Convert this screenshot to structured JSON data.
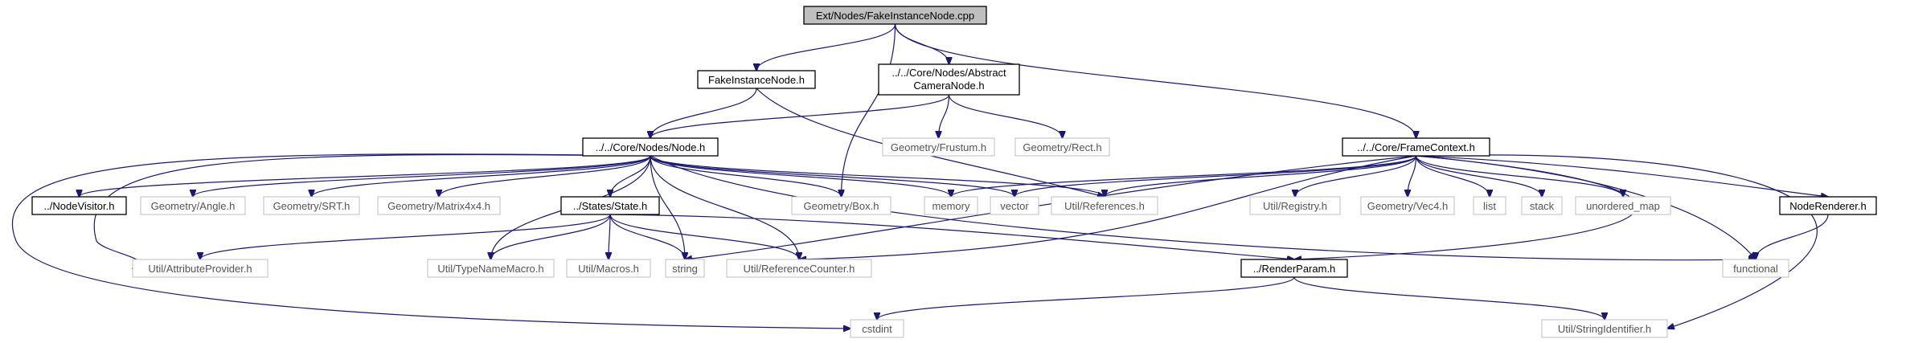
{
  "colors": {
    "edge": "#191970",
    "documented_border": "#000000",
    "external_border": "#bfbfbf",
    "root_fill": "#bfbfbf"
  },
  "nodes": [
    {
      "id": "root",
      "label": "Ext/Nodes/FakeInstanceNode.cpp",
      "kind": "root"
    },
    {
      "id": "fake_h",
      "label": "FakeInstanceNode.h",
      "kind": "documented"
    },
    {
      "id": "abstract_cam",
      "lines": [
        "../../Core/Nodes/Abstract",
        "CameraNode.h"
      ],
      "kind": "documented"
    },
    {
      "id": "node_h",
      "label": "../../Core/Nodes/Node.h",
      "kind": "documented"
    },
    {
      "id": "frustum",
      "label": "Geometry/Frustum.h",
      "kind": "external"
    },
    {
      "id": "rect",
      "label": "Geometry/Rect.h",
      "kind": "external"
    },
    {
      "id": "framectx",
      "label": "../../Core/FrameContext.h",
      "kind": "documented"
    },
    {
      "id": "nodevisitor",
      "label": "../NodeVisitor.h",
      "kind": "documented"
    },
    {
      "id": "angle",
      "label": "Geometry/Angle.h",
      "kind": "external"
    },
    {
      "id": "srt",
      "label": "Geometry/SRT.h",
      "kind": "external"
    },
    {
      "id": "matrix",
      "label": "Geometry/Matrix4x4.h",
      "kind": "external"
    },
    {
      "id": "states",
      "label": "../States/State.h",
      "kind": "documented"
    },
    {
      "id": "box",
      "label": "Geometry/Box.h",
      "kind": "external"
    },
    {
      "id": "memory",
      "label": "memory",
      "kind": "external"
    },
    {
      "id": "vector",
      "label": "vector",
      "kind": "external"
    },
    {
      "id": "references",
      "label": "Util/References.h",
      "kind": "external"
    },
    {
      "id": "registry",
      "label": "Util/Registry.h",
      "kind": "external"
    },
    {
      "id": "vec4",
      "label": "Geometry/Vec4.h",
      "kind": "external"
    },
    {
      "id": "list",
      "label": "list",
      "kind": "external"
    },
    {
      "id": "stack",
      "label": "stack",
      "kind": "external"
    },
    {
      "id": "umap",
      "label": "unordered_map",
      "kind": "external"
    },
    {
      "id": "noderenderer",
      "label": "NodeRenderer.h",
      "kind": "documented"
    },
    {
      "id": "attrprov",
      "label": "Util/AttributeProvider.h",
      "kind": "external"
    },
    {
      "id": "typename",
      "label": "Util/TypeNameMacro.h",
      "kind": "external"
    },
    {
      "id": "macros",
      "label": "Util/Macros.h",
      "kind": "external"
    },
    {
      "id": "string",
      "label": "string",
      "kind": "external"
    },
    {
      "id": "refcounter",
      "label": "Util/ReferenceCounter.h",
      "kind": "external"
    },
    {
      "id": "renderparam",
      "label": "../RenderParam.h",
      "kind": "documented"
    },
    {
      "id": "functional",
      "label": "functional",
      "kind": "external"
    },
    {
      "id": "cstdint",
      "label": "cstdint",
      "kind": "external"
    },
    {
      "id": "stringid",
      "label": "Util/StringIdentifier.h",
      "kind": "external"
    }
  ],
  "edges": [
    [
      "root",
      "fake_h"
    ],
    [
      "root",
      "box"
    ],
    [
      "root",
      "abstract_cam"
    ],
    [
      "root",
      "framectx"
    ],
    [
      "fake_h",
      "node_h"
    ],
    [
      "fake_h",
      "references"
    ],
    [
      "abstract_cam",
      "node_h"
    ],
    [
      "abstract_cam",
      "frustum"
    ],
    [
      "abstract_cam",
      "rect"
    ],
    [
      "node_h",
      "nodevisitor"
    ],
    [
      "node_h",
      "angle"
    ],
    [
      "node_h",
      "srt"
    ],
    [
      "node_h",
      "matrix"
    ],
    [
      "node_h",
      "states"
    ],
    [
      "node_h",
      "box"
    ],
    [
      "node_h",
      "memory"
    ],
    [
      "node_h",
      "vector"
    ],
    [
      "node_h",
      "references"
    ],
    [
      "node_h",
      "attrprov"
    ],
    [
      "node_h",
      "typename"
    ],
    [
      "node_h",
      "string"
    ],
    [
      "node_h",
      "refcounter"
    ],
    [
      "node_h",
      "functional"
    ],
    [
      "node_h",
      "cstdint"
    ],
    [
      "states",
      "attrprov"
    ],
    [
      "states",
      "typename"
    ],
    [
      "states",
      "macros"
    ],
    [
      "states",
      "string"
    ],
    [
      "states",
      "refcounter"
    ],
    [
      "states",
      "renderparam"
    ],
    [
      "framectx",
      "memory"
    ],
    [
      "framectx",
      "vector"
    ],
    [
      "framectx",
      "references"
    ],
    [
      "framectx",
      "string"
    ],
    [
      "framectx",
      "refcounter"
    ],
    [
      "framectx",
      "registry"
    ],
    [
      "framectx",
      "vec4"
    ],
    [
      "framectx",
      "list"
    ],
    [
      "framectx",
      "stack"
    ],
    [
      "framectx",
      "umap"
    ],
    [
      "framectx",
      "noderenderer"
    ],
    [
      "framectx",
      "renderparam"
    ],
    [
      "framectx",
      "functional"
    ],
    [
      "framectx",
      "stringid"
    ],
    [
      "noderenderer",
      "functional"
    ],
    [
      "renderparam",
      "cstdint"
    ],
    [
      "renderparam",
      "stringid"
    ]
  ]
}
